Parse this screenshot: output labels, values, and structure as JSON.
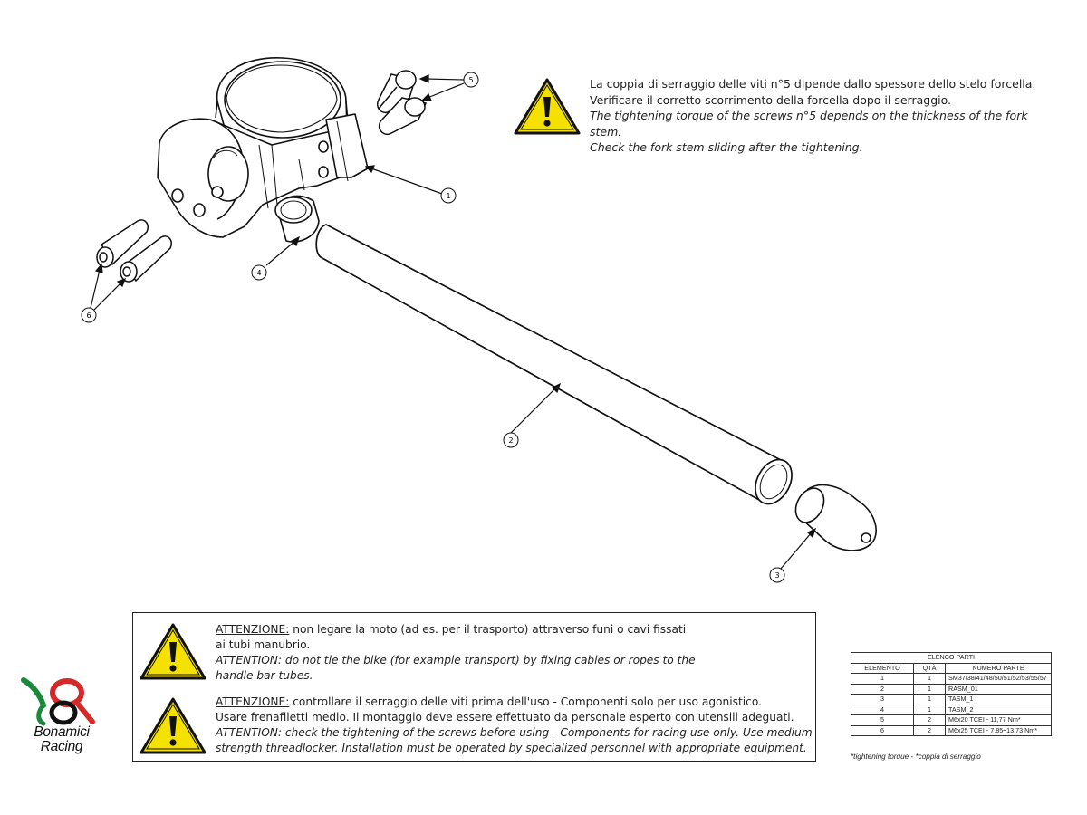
{
  "callouts": [
    "1",
    "2",
    "3",
    "4",
    "5",
    "6"
  ],
  "top_note": {
    "it_line1": "La coppia di serraggio delle viti n°5 dipende dallo spessore dello stelo forcella.",
    "it_line2": "Verificare il corretto scorrimento della forcella dopo il serraggio.",
    "en_line1": "The tightening torque of the screws n°5 depends on the thickness of the fork stem.",
    "en_line2": "Check the fork stem sliding after the tightening."
  },
  "warning1": {
    "heading": "ATTENZIONE:",
    "it_text": " non legare la moto (ad es. per il trasporto) attraverso funi o cavi fissati",
    "it_text2": "ai tubi manubrio.",
    "en_text": "ATTENTION: do not tie the bike (for example transport) by fixing cables or ropes to the",
    "en_text2": "handle bar tubes."
  },
  "warning2": {
    "heading": "ATTENZIONE:",
    "it_text": " controllare il serraggio delle viti prima dell'uso - Componenti solo per uso agonistico.",
    "it_text2": "Usare frenafiletti medio. Il montaggio deve essere effettuato da personale esperto con utensili adeguati.",
    "en_text": "ATTENTION: check the tightening of the screws before using - Components for racing use only. Use medium",
    "en_text2": "strength threadlocker. Installation must be operated by specialized personnel with appropriate equipment."
  },
  "parts_table": {
    "title": "ELENCO PARTI",
    "headers": [
      "ELEMENTO",
      "QTÀ",
      "NUMERO PARTE"
    ],
    "rows": [
      [
        "1",
        "1",
        "SM37/38/41/48/50/51/52/53/55/57"
      ],
      [
        "2",
        "1",
        "RASM_01"
      ],
      [
        "3",
        "1",
        "TASM_1"
      ],
      [
        "4",
        "1",
        "TASM_2"
      ],
      [
        "5",
        "2",
        "M6x20 TCEI - 11,77 Nm*"
      ],
      [
        "6",
        "2",
        "M6x25 TCEI - 7,85÷13,73 Nm*"
      ]
    ],
    "footnote": "*tightening torque - *coppia di serraggio"
  },
  "logo": {
    "line1": "Bonamici",
    "line2": "Racing",
    "colors": {
      "green": "#1a8a3a",
      "red": "#d42a2a",
      "black": "#111111"
    }
  },
  "colors": {
    "warning_yellow": "#f5e100",
    "line": "#111111"
  }
}
